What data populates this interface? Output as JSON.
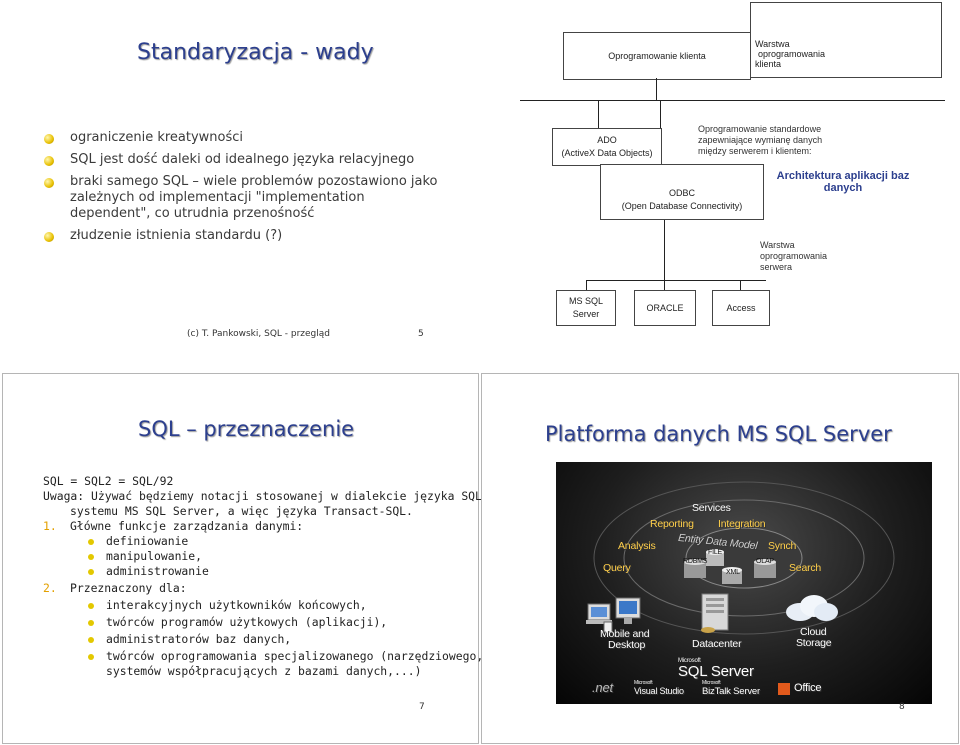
{
  "slide5": {
    "title": "Standaryzacja - wady",
    "bullets": [
      "ograniczenie kreatywności",
      "SQL jest dość daleki od idealnego języka relacyjnego",
      "braki samego SQL – wiele problemów pozostawiono jako",
      "zależnych od implementacji \"implementation",
      "dependent\", co utrudnia przenośność",
      "złudzenie istnienia standardu (?)"
    ],
    "footer": "(c) T. Pankowski, SQL - przegląd",
    "page": "5"
  },
  "slide6": {
    "client_box": "Oprogramowanie klienta",
    "client_layer": [
      "Warstwa",
      "oprogramowania",
      "klienta"
    ],
    "ado_box": [
      "ADO",
      "(ActiveX Data Objects)"
    ],
    "standard_note": [
      "Oprogramowanie standardowe",
      "zapewniające wymianę danych",
      "między serwerem i klientem:"
    ],
    "odbc_box": [
      "ODBC",
      "(Open Database Connectivity)"
    ],
    "arch_title": [
      "Architektura aplikacji baz",
      "danych"
    ],
    "server_layer": [
      "Warstwa",
      "oprogramowania",
      "serwera"
    ],
    "db_boxes": [
      [
        "MS SQL",
        "Server"
      ],
      [
        "ORACLE"
      ],
      [
        "Access"
      ]
    ]
  },
  "slide7": {
    "title": "SQL – przeznaczenie",
    "lines": [
      "SQL = SQL2 = SQL/92",
      "Uwaga: Używać będziemy notacji stosowanej w dialekcie języka SQL",
      "systemu MS SQL Server, a więc języka Transact-SQL."
    ],
    "n1": "1.",
    "item1": "Główne funkcje zarządzania danymi:",
    "sub1": [
      "definiowanie",
      "manipulowanie,",
      "administrowanie"
    ],
    "n2": "2.",
    "item2": "Przeznaczony dla:",
    "sub2": [
      "interakcyjnych użytkowników końcowych,",
      "twórców programów użytkowych (aplikacji),",
      "administratorów baz danych,",
      "twórców oprogramowania specjalizowanego (narzędziowego,",
      "systemów współpracujących z bazami danych,...)"
    ],
    "page": "7"
  },
  "slide8": {
    "title": "Platforma danych MS SQL Server",
    "labels": {
      "services": "Services",
      "reporting": "Reporting",
      "integration": "Integration",
      "analysis": "Analysis",
      "edm": "Entity Data Model",
      "sync": "Synch",
      "query": "Query",
      "search": "Search",
      "file": "FILE",
      "rdbms": "RDBMS",
      "olap": "OLAP",
      "xml": "XML",
      "mobile": "Mobile and",
      "desktop": "Desktop",
      "datacenter": "Datacenter",
      "cloud": "Cloud",
      "storage": "Storage",
      "ms1": "Microsoft",
      "sqlserver": "SQL Server",
      "dotnet": ".net",
      "ms2": "Microsoft",
      "vs": "Visual Studio",
      "ms3": "Microsoft",
      "biztalk": "BizTalk Server",
      "office": "Office"
    },
    "page": "8"
  }
}
